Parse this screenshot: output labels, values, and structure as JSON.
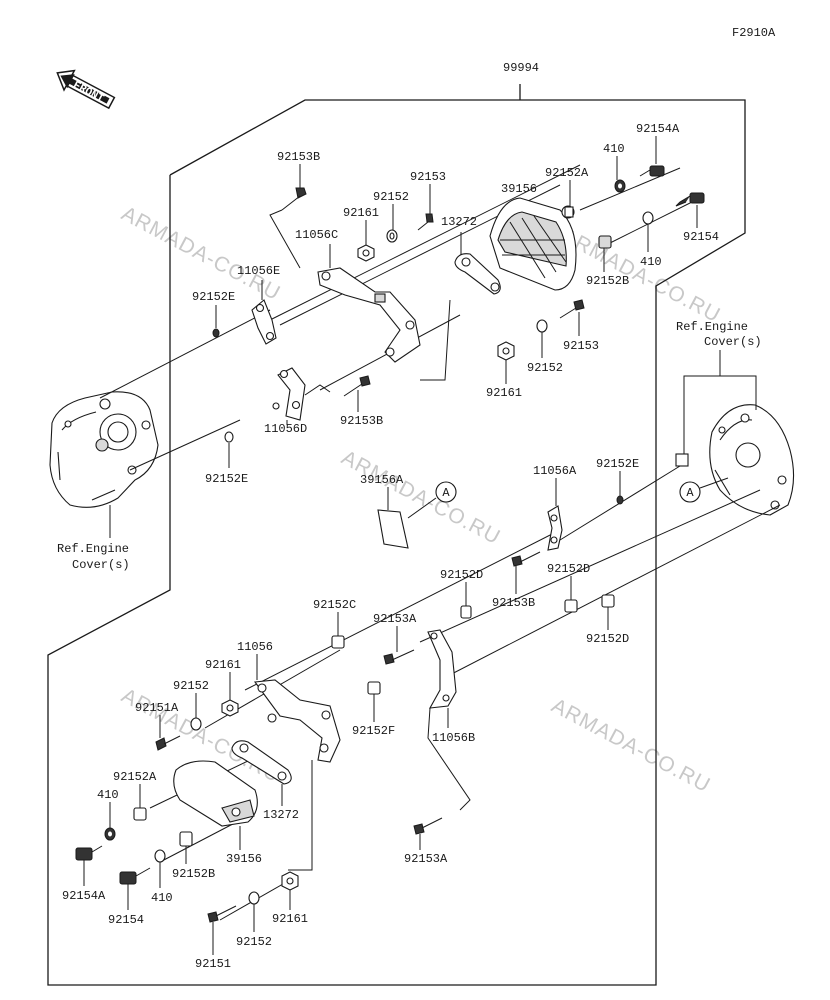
{
  "figure_code": "F2910A",
  "front_label": "FRONT",
  "kit_number": "99994",
  "watermark": "ARMADA-CO.RU",
  "ref_engine_cover": [
    "Ref.Engine",
    "Cover(s)"
  ],
  "ref_letter": "A",
  "upper": {
    "n92154A": "92154A",
    "n410_a": "410",
    "n92152A": "92152A",
    "n39156": "39156",
    "n92153": "92153",
    "n92152": "92152",
    "n92153B": "92153B",
    "n92161": "92161",
    "n13272": "13272",
    "n11056C": "11056C",
    "n11056E": "11056E",
    "n92152E": "92152E",
    "n92154": "92154",
    "n410_b": "410",
    "n92152B": "92152B",
    "n92153_r": "92153",
    "n92152_r": "92152",
    "n92161_r": "92161",
    "n92153B_b": "92153B",
    "n11056D": "11056D",
    "n92152E_b": "92152E"
  },
  "lower": {
    "n39156A": "39156A",
    "n11056A": "11056A",
    "n92152E": "92152E",
    "n92152D_a": "92152D",
    "n92152D_b": "92152D",
    "n92153B": "92153B",
    "n92152D_c": "92152D",
    "n92152C": "92152C",
    "n92153A": "92153A",
    "n11056": "11056",
    "n92161": "92161",
    "n92152": "92152",
    "n92151A": "92151A",
    "n92152F": "92152F",
    "n11056B": "11056B",
    "n92152A": "92152A",
    "n410_a": "410",
    "n13272": "13272",
    "n39156": "39156",
    "n92154A": "92154A",
    "n92154": "92154",
    "n410_b": "410",
    "n92152B": "92152B",
    "n92153A_b": "92153A",
    "n92161_b": "92161",
    "n92152_b": "92152",
    "n92151": "92151"
  }
}
